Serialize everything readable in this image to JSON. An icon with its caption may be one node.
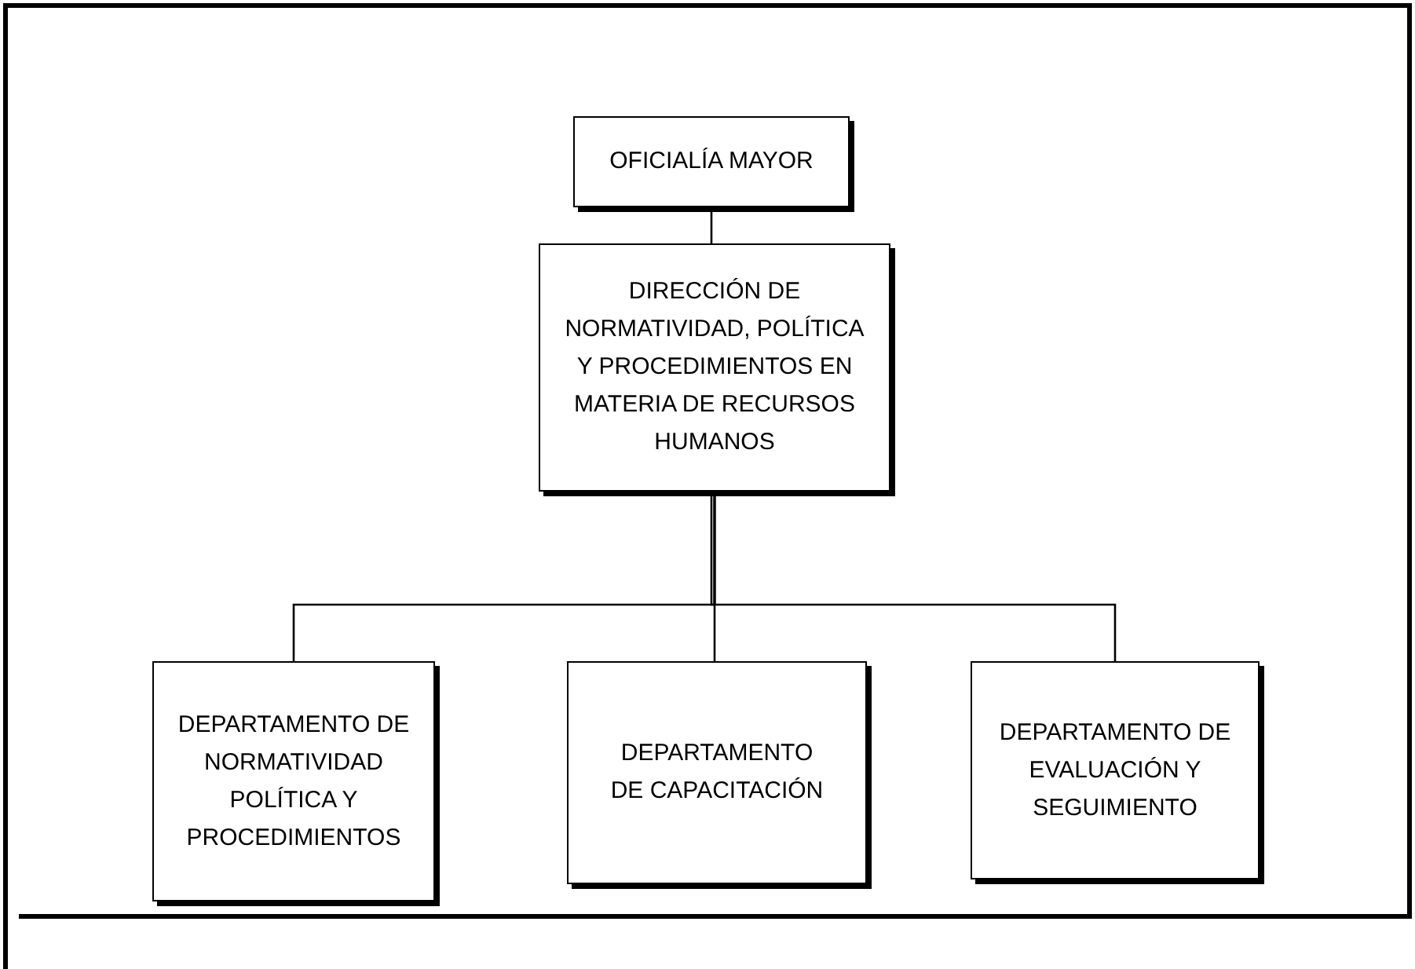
{
  "diagram": {
    "nodes": [
      {
        "text": [
          "OFICIALÍA MAYOR"
        ]
      },
      {
        "text": [
          "DIRECCIÓN DE NORMATIVIDAD, POLÍTICA Y PROCEDIMIENTOS EN MATERIA DE RECURSOS HUMANOS"
        ]
      },
      {
        "text": [
          "DEPARTAMENTO DE NORMATIVIDAD POLÍTICA Y PROCEDIMIENTOS"
        ]
      },
      {
        "text": [
          "DEPARTAMENTO DE CAPACITACIÓN"
        ]
      },
      {
        "text": [
          "DEPARTAMENTO DE EVALUACIÓN Y SEGUIMIENTO"
        ]
      }
    ],
    "edges": [
      {
        "from": 0,
        "to": 1,
        "arrow": "none"
      },
      {
        "from": 1,
        "to": 2,
        "arrow": "none"
      },
      {
        "from": 1,
        "to": 3,
        "arrow": "none"
      },
      {
        "from": 1,
        "to": 4,
        "arrow": "none"
      }
    ]
  }
}
